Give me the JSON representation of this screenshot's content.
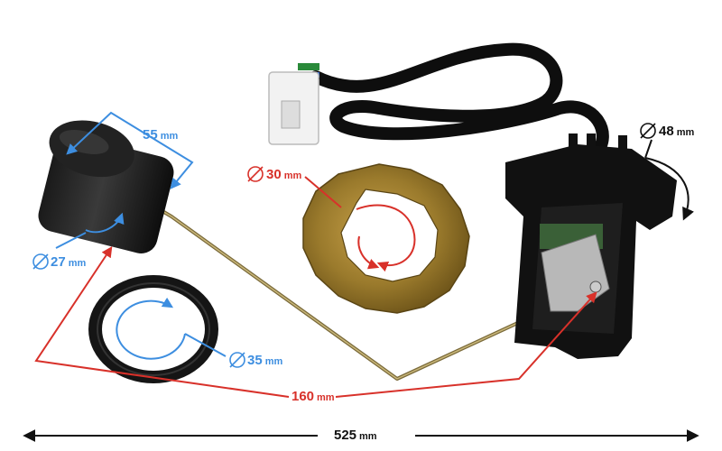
{
  "labels": {
    "float_length": {
      "value": "55",
      "unit": "mm"
    },
    "float_diameter": {
      "value": "27",
      "unit": "mm"
    },
    "gasket_diameter": {
      "value": "35",
      "unit": "mm"
    },
    "ring_diameter": {
      "value": "30",
      "unit": "mm"
    },
    "flange_diameter": {
      "value": "48",
      "unit": "mm"
    },
    "arm_length": {
      "value": "160",
      "unit": "mm"
    },
    "total_length": {
      "value": "525",
      "unit": "mm"
    }
  },
  "colors": {
    "blue_annotation": "#3d8ee0",
    "red_annotation": "#d8312a",
    "black_annotation": "#111111"
  }
}
